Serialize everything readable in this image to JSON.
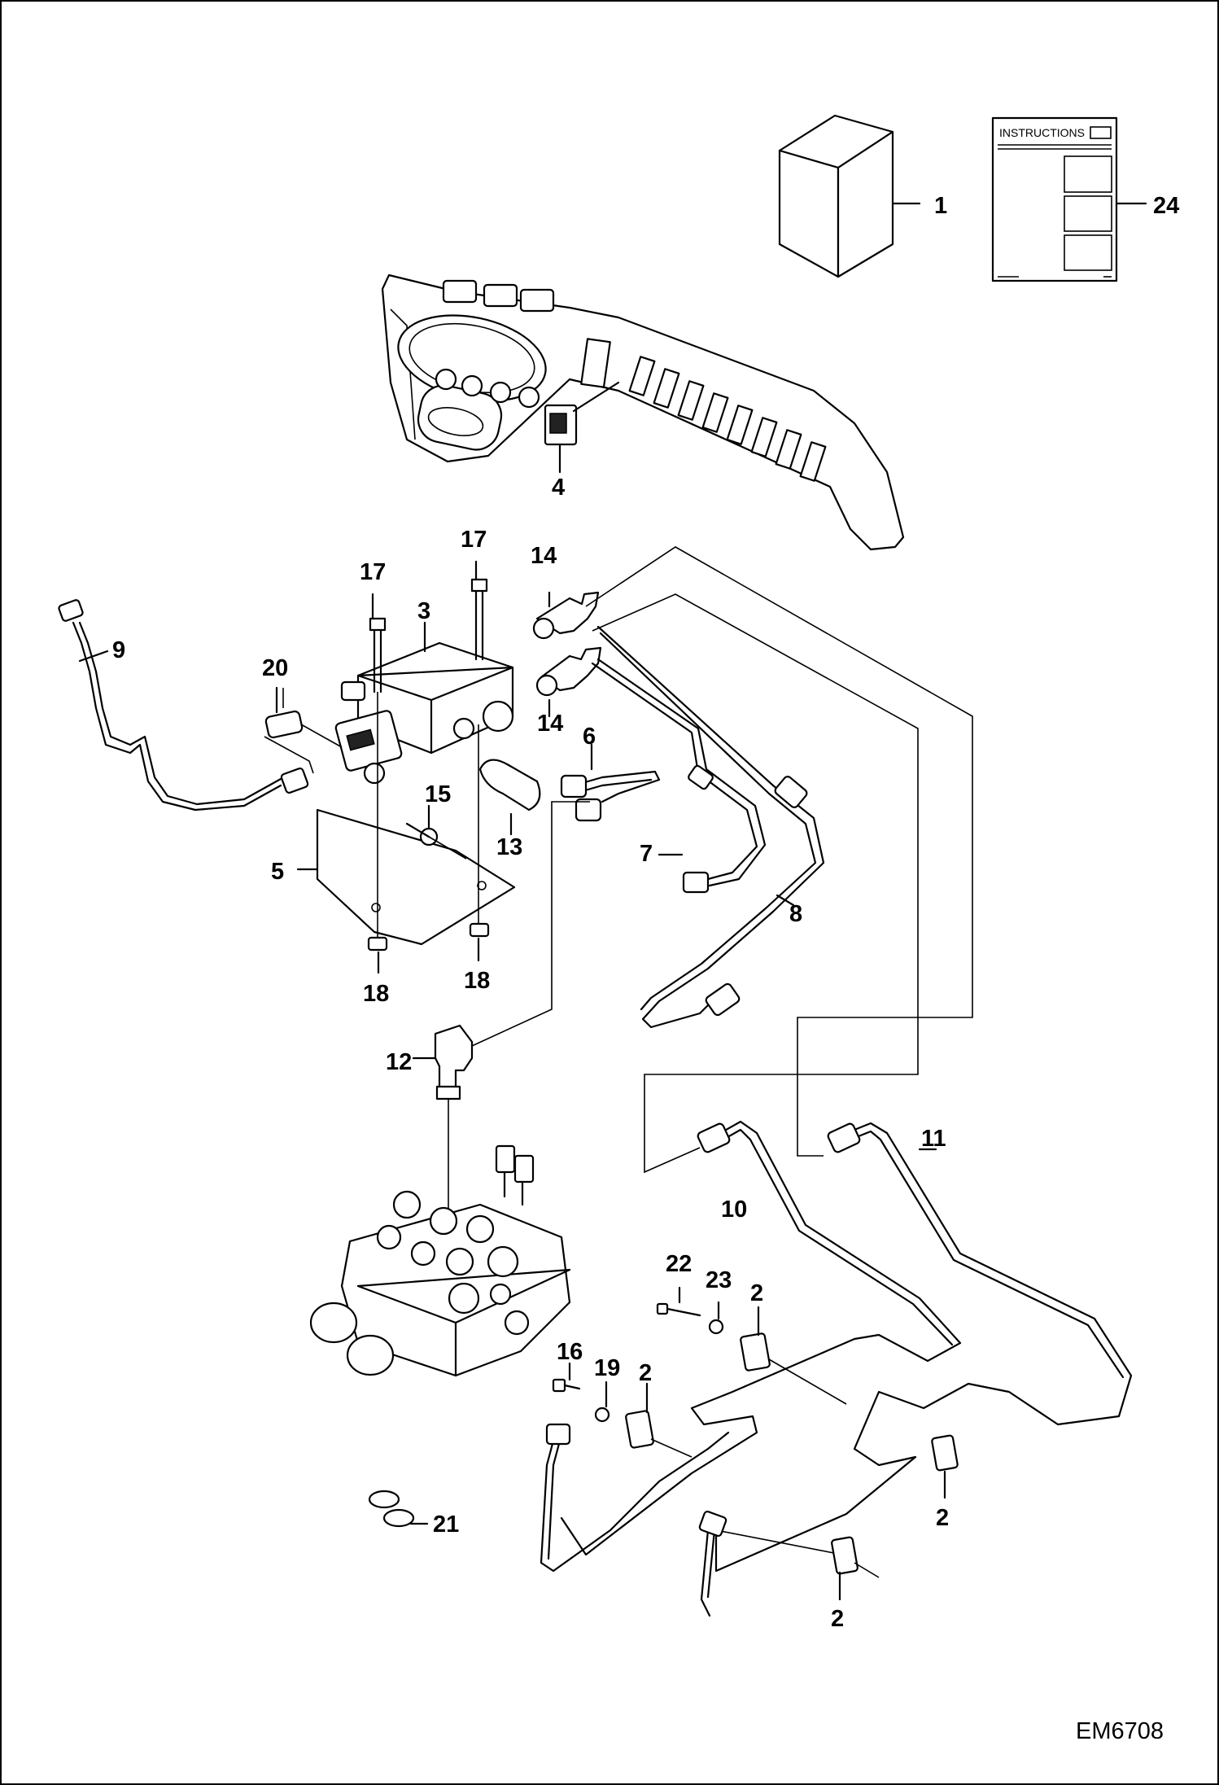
{
  "instructions_title": "INSTRUCTIONS",
  "drawing_number": "EM6708",
  "callouts": {
    "c1": "1",
    "c24": "24",
    "c4": "4",
    "c17a": "17",
    "c17b": "17",
    "c14a": "14",
    "c14b": "14",
    "c3": "3",
    "c9": "9",
    "c20": "20",
    "c6": "6",
    "c15": "15",
    "c13": "13",
    "c7": "7",
    "c5": "5",
    "c8": "8",
    "c18a": "18",
    "c18b": "18",
    "c12": "12",
    "c11": "11",
    "c10": "10",
    "c22": "22",
    "c23": "23",
    "c2a": "2",
    "c16": "16",
    "c19": "19",
    "c2b": "2",
    "c2c": "2",
    "c2d": "2",
    "c21": "21"
  }
}
